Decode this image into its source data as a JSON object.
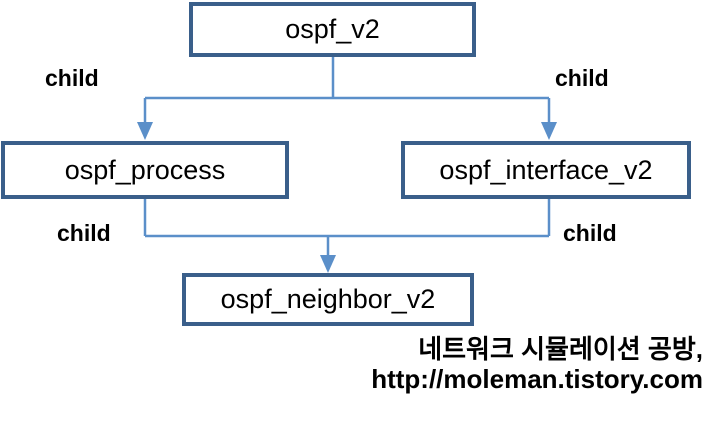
{
  "diagram": {
    "type": "hierarchy-tree",
    "nodes": [
      {
        "id": "root",
        "label": "ospf_v2"
      },
      {
        "id": "process",
        "label": "ospf_process"
      },
      {
        "id": "interface",
        "label": "ospf_interface_v2"
      },
      {
        "id": "neighbor",
        "label": "ospf_neighbor_v2"
      }
    ],
    "edges": [
      {
        "from": "ospf_v2",
        "to": "ospf_process",
        "label": "child"
      },
      {
        "from": "ospf_v2",
        "to": "ospf_interface_v2",
        "label": "child"
      },
      {
        "from": "ospf_process",
        "to": "ospf_neighbor_v2",
        "label": "child"
      },
      {
        "from": "ospf_interface_v2",
        "to": "ospf_neighbor_v2",
        "label": "child"
      }
    ],
    "edge_labels": {
      "top_left": "child",
      "top_right": "child",
      "bottom_left": "child",
      "bottom_right": "child"
    },
    "colors": {
      "node_border": "#3a5f8a",
      "node_fill": "#ffffff",
      "connector": "#5b8fc9",
      "text": "#000000",
      "background": "#ffffff"
    }
  },
  "watermark": {
    "line1": "네트워크 시뮬레이션 공방,",
    "line2": "http://moleman.tistory.com"
  }
}
